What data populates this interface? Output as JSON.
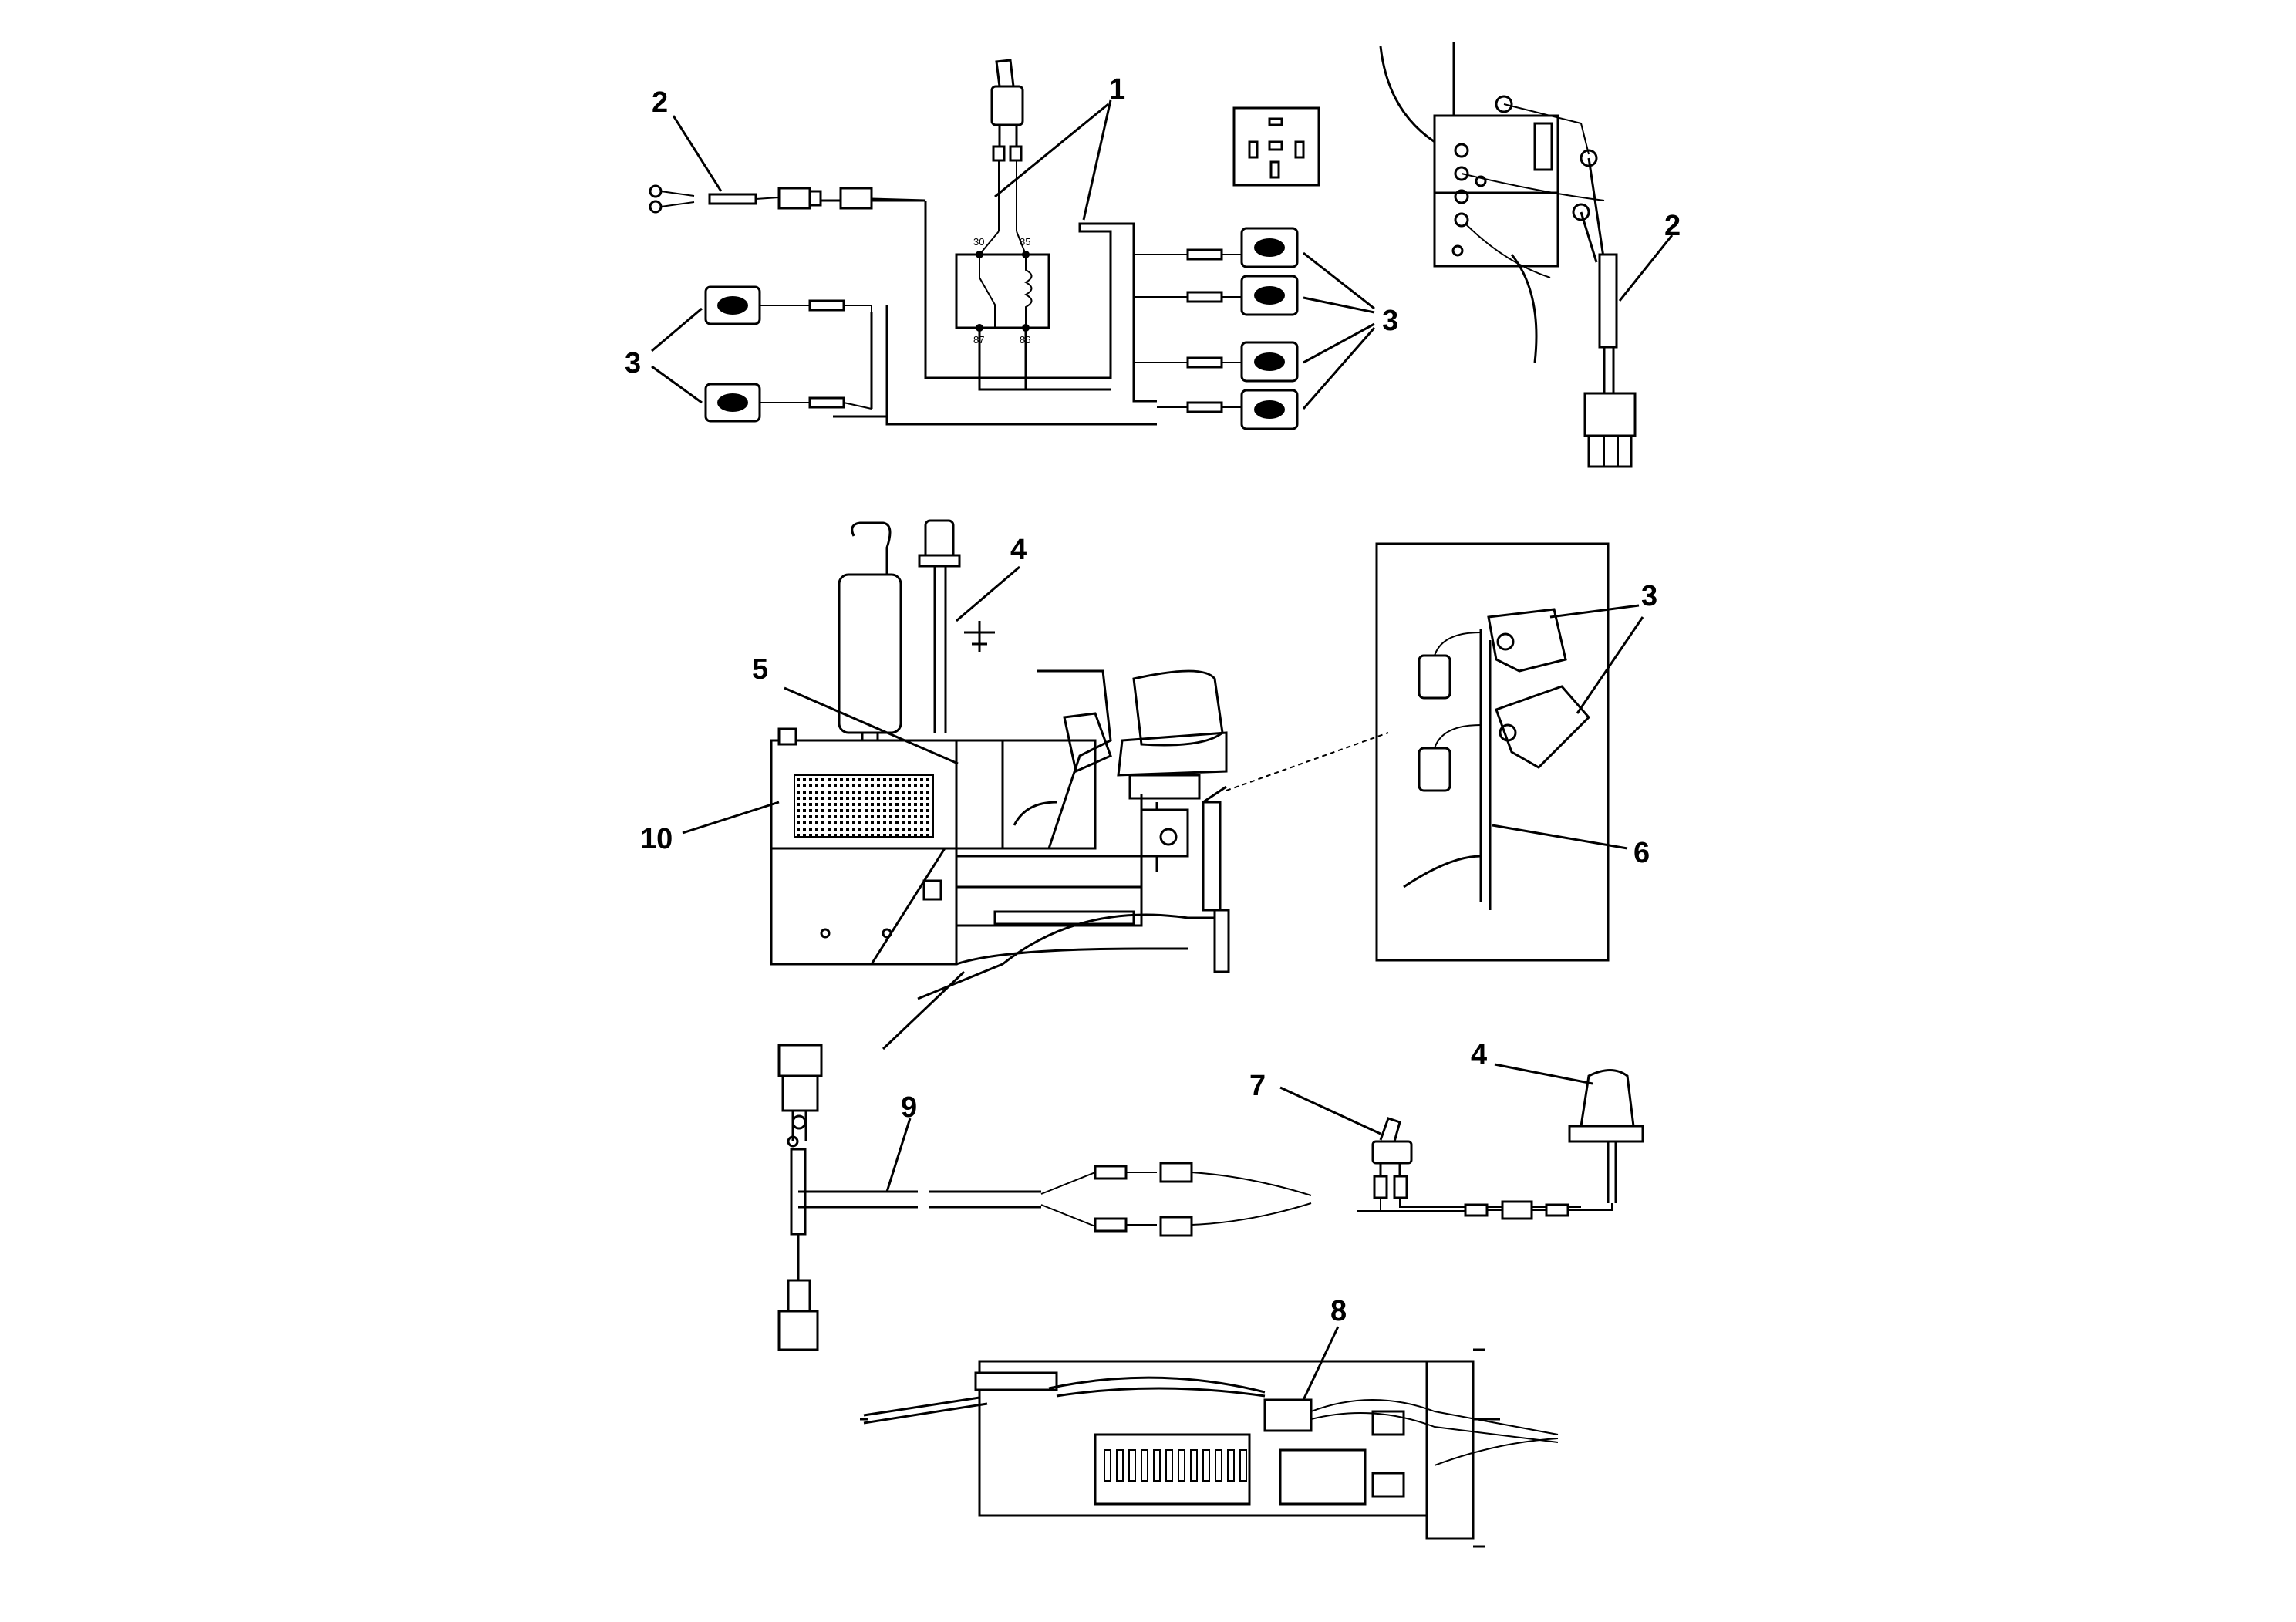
{
  "colors": {
    "ink": "#000000",
    "paper": "#ffffff"
  },
  "callouts": {
    "c1": "1",
    "c2_top_left": "2",
    "c2_top_right": "2",
    "c3_left": "3",
    "c3_right": "3",
    "c3_detail": "3",
    "c4_machine": "4",
    "c4_beacon": "4",
    "c5": "5",
    "c6": "6",
    "c7": "7",
    "c8": "8",
    "c9": "9",
    "c10": "10"
  },
  "relay_pins": {
    "p30": "30",
    "p85": "85",
    "p87": "87",
    "p86": "86"
  }
}
